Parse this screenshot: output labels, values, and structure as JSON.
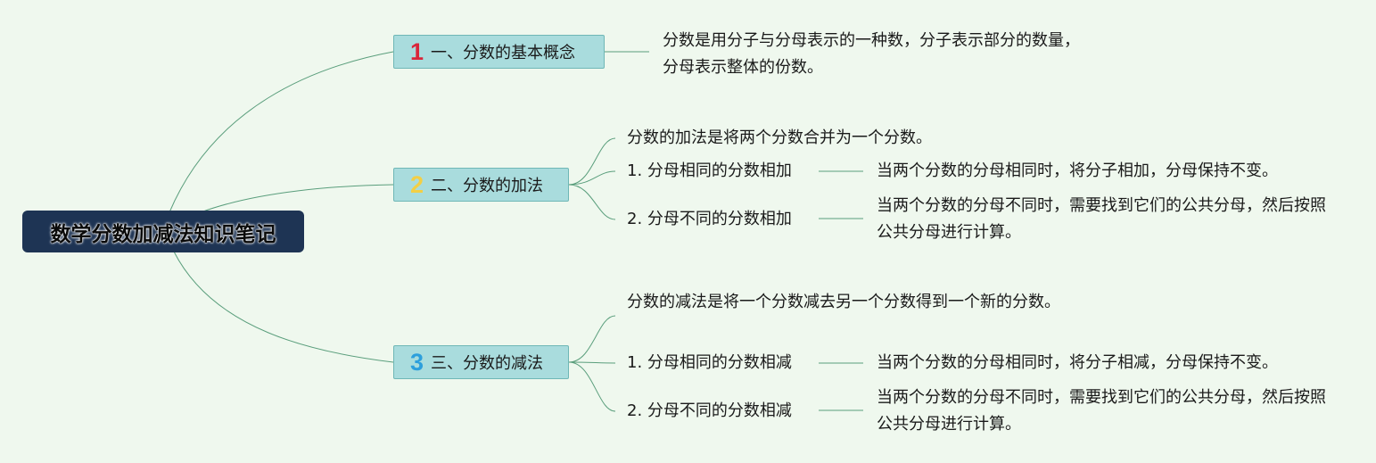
{
  "title": "数学分数加减法知识笔记",
  "colors": {
    "background": "#eff8ee",
    "root_fill": "#1e3454",
    "topic_fill": "#a9dcdd",
    "line": "#5a9e7c",
    "num1": "#d9263a",
    "num2": "#f3cf45",
    "num3": "#2d9fdc"
  },
  "topics": [
    {
      "number": "1",
      "label": "一、分数的基本概念",
      "desc": "分数是用分子与分母表示的一种数，分子表示部分的数量，分母表示整体的份数。"
    },
    {
      "number": "2",
      "label": "二、分数的加法",
      "desc": "分数的加法是将两个分数合并为一个分数。",
      "items": [
        {
          "label": "1. 分母相同的分数相加",
          "detail": "当两个分数的分母相同时，将分子相加，分母保持不变。"
        },
        {
          "label": "2. 分母不同的分数相加",
          "detail": "当两个分数的分母不同时，需要找到它们的公共分母，然后按照公共分母进行计算。"
        }
      ]
    },
    {
      "number": "3",
      "label": "三、分数的减法",
      "desc": "分数的减法是将一个分数减去另一个分数得到一个新的分数。",
      "items": [
        {
          "label": "1. 分母相同的分数相减",
          "detail": "当两个分数的分母相同时，将分子相减，分母保持不变。"
        },
        {
          "label": "2. 分母不同的分数相减",
          "detail": "当两个分数的分母不同时，需要找到它们的公共分母，然后按照公共分母进行计算。"
        }
      ]
    }
  ]
}
